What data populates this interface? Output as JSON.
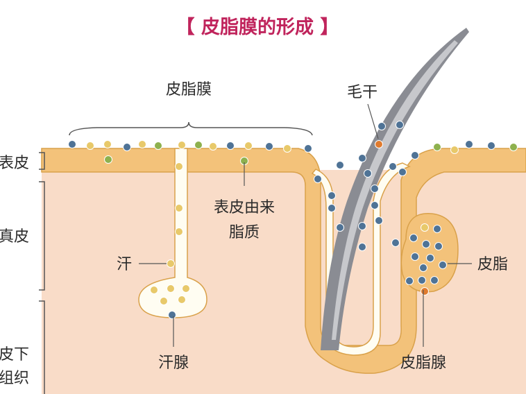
{
  "title": "【 皮脂膜的形成 】",
  "labels": {
    "sebum_film": "皮脂膜",
    "hair_shaft": "毛干",
    "epidermis": "表皮",
    "dermis": "真皮",
    "subcutaneous_line1": "皮下",
    "subcutaneous_line2": "组织",
    "epidermal_lipid_line1": "表皮由来",
    "epidermal_lipid_line2": "脂质",
    "sweat": "汗",
    "sweat_gland": "汗腺",
    "sebum": "皮脂",
    "sebaceous_gland": "皮脂腺"
  },
  "colors": {
    "title": "#c0245c",
    "bracket": "#c0245c",
    "dermis": "#f9dcc8",
    "epidermis": "#f3c27a",
    "epidermis_outline": "#d9a14a",
    "lumen": "#fffdf2",
    "hair": "#8a8c93",
    "hair_highlight": "#c7c8cc",
    "dot_blue": "#4f7396",
    "dot_yellow": "#e8c96a",
    "dot_green": "#8eb14e",
    "dot_orange": "#e07b2e",
    "leader": "#555555"
  }
}
